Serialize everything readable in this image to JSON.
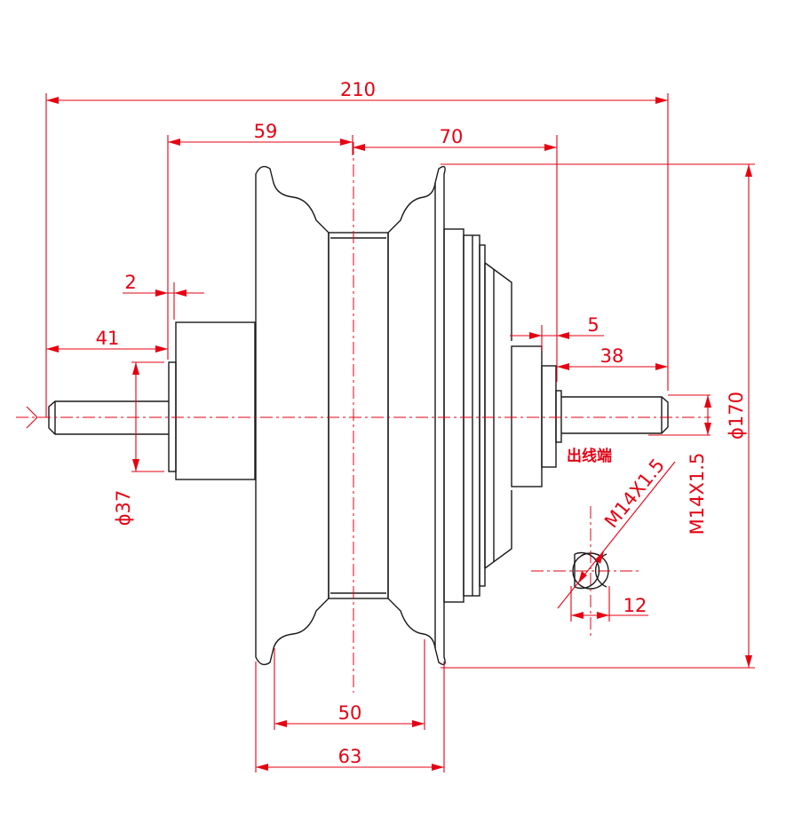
{
  "dimensions": {
    "overall_length": "210",
    "left_to_center": "59",
    "center_to_right": "70",
    "flange_gap": "2",
    "left_shaft": "41",
    "bearing_gap": "5",
    "right_shaft": "38",
    "diameter_outer": "ϕ170",
    "diameter_hub": "ϕ37",
    "thread_1": "M14X1.5",
    "thread_2": "M14X1.5",
    "flat_width": "12",
    "rim_inner": "50",
    "rim_outer": "63"
  },
  "labels": {
    "cable_outlet": "出线端"
  },
  "colors": {
    "dimension": "#e60012",
    "outline": "#1a1a1a"
  }
}
